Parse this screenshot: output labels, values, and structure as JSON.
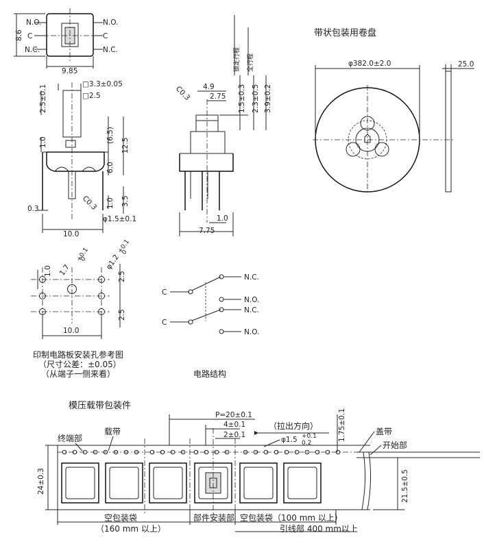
{
  "top_view": {
    "nc": "N.O.",
    "c": "C",
    "no": "N.C.",
    "height": "8.6",
    "width": "9.85"
  },
  "front_view": {
    "d1": "□3.3±0.05",
    "d2": "□2.5",
    "d3": "2.5±0.1",
    "d4": "(6.5)",
    "d5": "12.5",
    "d6": "1.0",
    "d7": "6.0",
    "d8": "3.5",
    "d9": "1.0",
    "d10": "0.3",
    "d11": "C0.3",
    "d12": "φ1.5±0.1",
    "d13": "10.0"
  },
  "side_view": {
    "c03": "C0.3",
    "w1": "4.9",
    "w2": "2.75",
    "h1": "1.5±0.3",
    "h2": "2.3±0.5",
    "h3": "3.9±0.2",
    "travel1": "锁定行程",
    "travel2": "全行程",
    "w3": "1.0",
    "w4": "7.75"
  },
  "reel": {
    "title": "带状包装用卷盘",
    "diameter": "φ382.0±2.0",
    "width": "25.0"
  },
  "pcb": {
    "d1": "1.0",
    "d2": "1.7",
    "d3": "φ1.2",
    "d4": "2.5",
    "d5": "2.5",
    "d6": "10.0",
    "cap1": "印制电路板安装孔参考图",
    "cap2": "（尺寸公差：±0.05）",
    "cap3": "（从端子一侧来看）",
    "tol": "+0.1",
    "tol0": "0"
  },
  "circuit": {
    "c1": "C",
    "c2": "C",
    "nc1": "N.C.",
    "no1": "N.O.",
    "nc2": "N.C.",
    "no2": "N.O.",
    "caption": "电路结构"
  },
  "tape": {
    "title": "模压载带包装件",
    "pitch": "P=20±0.1",
    "p4": "4±0.1",
    "p2": "2±0.1",
    "direction": "（拉出方向）",
    "hole": "φ1.5",
    "hole_tol1": "+0.1",
    "hole_tol2": "0.2",
    "d175": "1.75±0.1",
    "end": "终端部",
    "carrier": "载带",
    "cover": "盖带",
    "start": "开始部",
    "h24": "24±0.3",
    "h215": "21.5±0.5",
    "empty1": "空包装袋",
    "empty1_len": "（160 mm 以上）",
    "parts": "部件安装部",
    "empty2": "空包装袋（100 mm 以上）",
    "leader": "引线部 400 mm以上"
  }
}
